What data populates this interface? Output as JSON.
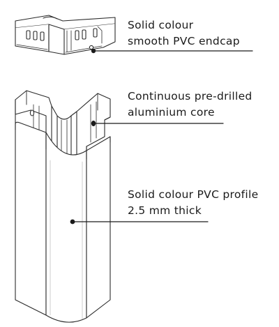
{
  "callouts": {
    "endcap": {
      "line1": "Solid colour",
      "line2": "smooth PVC endcap"
    },
    "core": {
      "line1": "Continuous pre-drilled",
      "line2": "aluminium core"
    },
    "profile": {
      "line1": "Solid colour PVC profile",
      "line2": "2.5 mm thick"
    }
  },
  "colors": {
    "stroke": "#2a2a2a",
    "fill": "#ffffff",
    "text": "#1a1a1a"
  }
}
